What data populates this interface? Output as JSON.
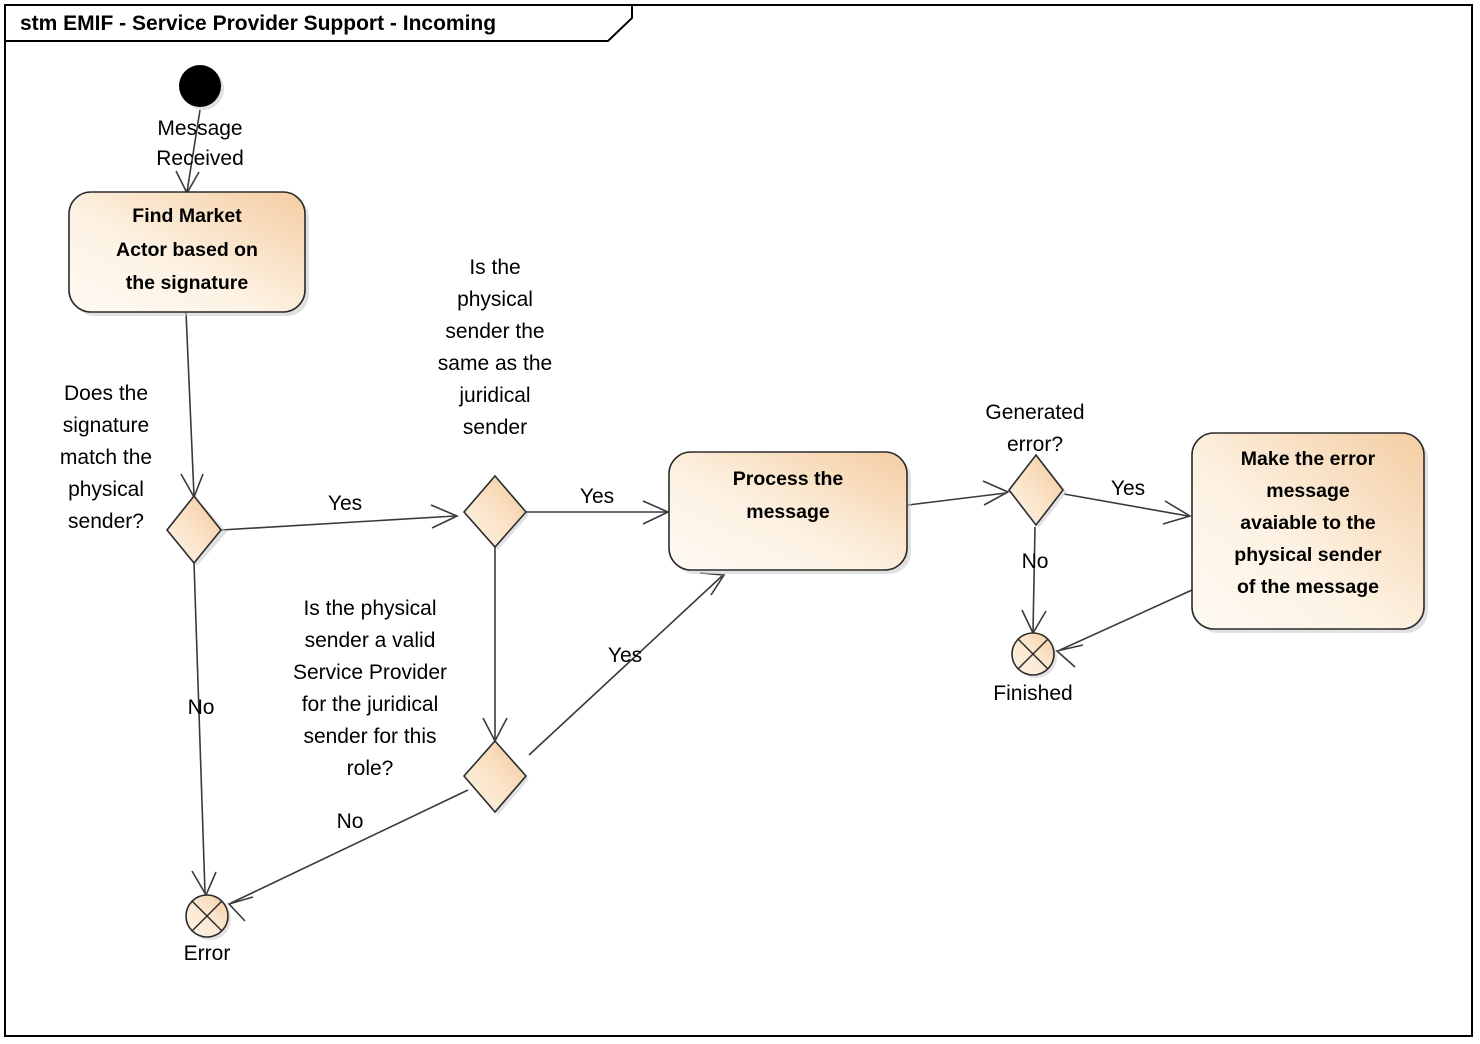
{
  "diagram": {
    "kind": "stm",
    "title": "stm EMIF - Service Provider Support - Incoming",
    "frame_title_prefix": "stm",
    "colors": {
      "fill_light": "#fdf4e8",
      "fill_dark": "#f4cda2",
      "stroke": "#2b2b2b",
      "edge": "#3a3a3a",
      "shadow": "#c9c9c9",
      "initial_node": "#000000",
      "background": "#ffffff"
    }
  },
  "nodes": {
    "initial": {
      "label": "",
      "type": "initial-node"
    },
    "find_market_actor": {
      "label": "Find Market\nActor based on\nthe signature",
      "line1": "Find Market",
      "line2": "Actor based on",
      "line3": "the signature",
      "type": "state"
    },
    "decision_signature": {
      "label": "",
      "type": "decision"
    },
    "decision_same_sender": {
      "label": "",
      "type": "decision"
    },
    "decision_valid_sp": {
      "label": "",
      "type": "decision"
    },
    "process_message": {
      "line1": "Process the",
      "line2": "message",
      "type": "state"
    },
    "decision_generated_error": {
      "label": "",
      "type": "decision"
    },
    "make_error_available": {
      "line1": "Make the error",
      "line2": "message",
      "line3": "avaiable to the",
      "line4": "physical sender",
      "line5": "of the message",
      "type": "state"
    },
    "error_final": {
      "label": "Error",
      "type": "final-node"
    },
    "finished_final": {
      "label": "Finished",
      "type": "final-node"
    }
  },
  "notes": {
    "signature_question": {
      "line1": "Does the",
      "line2": "signature",
      "line3": "match the",
      "line4": "physical",
      "line5": "sender?"
    },
    "same_sender_question": {
      "line1": "Is the",
      "line2": "physical",
      "line3": "sender the",
      "line4": "same as the",
      "line5": "juridical",
      "line6": "sender"
    },
    "valid_sp_question": {
      "line1": "Is the physical",
      "line2": "sender a valid",
      "line3": "Service Provider",
      "line4": "for the juridical",
      "line5": "sender for this",
      "line6": "role?"
    },
    "generated_error_question": {
      "line1": "Generated",
      "line2": "error?"
    }
  },
  "edges": {
    "initial_to_find": {
      "label_line1": "Message",
      "label_line2": "Received"
    },
    "find_to_decision_signature": {
      "label": ""
    },
    "signature_yes": {
      "label": "Yes"
    },
    "signature_no": {
      "label": "No"
    },
    "same_sender_yes": {
      "label": "Yes"
    },
    "same_sender_down": {
      "label": ""
    },
    "valid_sp_yes": {
      "label": "Yes"
    },
    "valid_sp_no": {
      "label": "No"
    },
    "process_to_generated_error": {
      "label": ""
    },
    "generated_error_yes": {
      "label": "Yes"
    },
    "generated_error_no": {
      "label": "No"
    },
    "make_error_to_finished": {
      "label": ""
    }
  }
}
